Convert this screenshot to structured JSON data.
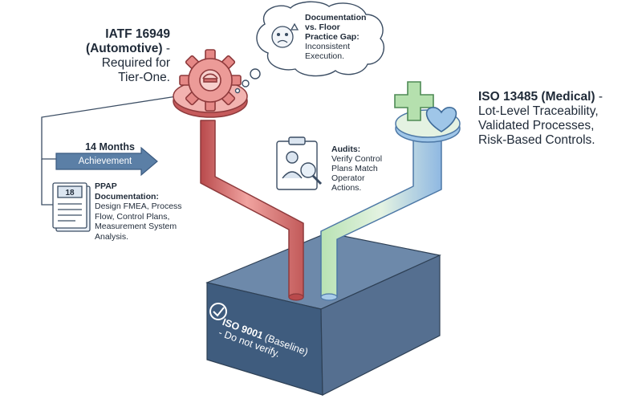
{
  "iatf": {
    "title": "IATF 16949",
    "subtitle": "(Automotive)",
    "dash": " -",
    "desc1": "Required for",
    "desc2": "Tier-One."
  },
  "iso13485": {
    "title": "ISO 13485 (Medical)",
    "dash": " -",
    "line1": "Lot-Level Traceability,",
    "line2": "Validated Processes,",
    "line3": "Risk-Based Controls."
  },
  "timeline": {
    "duration": "14 Months",
    "label": "Achievement"
  },
  "ppap": {
    "calendar_number": "18",
    "title": "PPAP",
    "title2": "Documentation:",
    "line1": "Design FMEA, Process",
    "line2": "Flow, Control Plans,",
    "line3": "Measurement System",
    "line4": "Analysis."
  },
  "audits": {
    "title": "Audits:",
    "line1": "Verify Control",
    "line2": "Plans Match",
    "line3": "Operator",
    "line4": "Actions."
  },
  "thought": {
    "title1": "Documentation",
    "title2": "vs. Floor",
    "title3": "Practice Gap:",
    "line1": "Inconsistent",
    "line2": "Execution."
  },
  "base": {
    "title": "ISO 9001",
    "qualifier": " (Baseline)",
    "note1": "- Do not verify."
  },
  "icons": {
    "gear": "gear-icon",
    "medical": "medical-cross-heart-icon",
    "calendar": "calendar-document-icon",
    "audit": "clipboard-magnifier-icon",
    "worried_face": "worried-face-icon",
    "check": "check-circle-icon"
  },
  "colors": {
    "automotive_red": "#d9706f",
    "medical_green": "#a8d9a6",
    "medical_blue": "#9ec3e8",
    "base_block": "#4f6d8f",
    "arrow_blue": "#5b7fa6",
    "outline": "#3b4d63"
  }
}
